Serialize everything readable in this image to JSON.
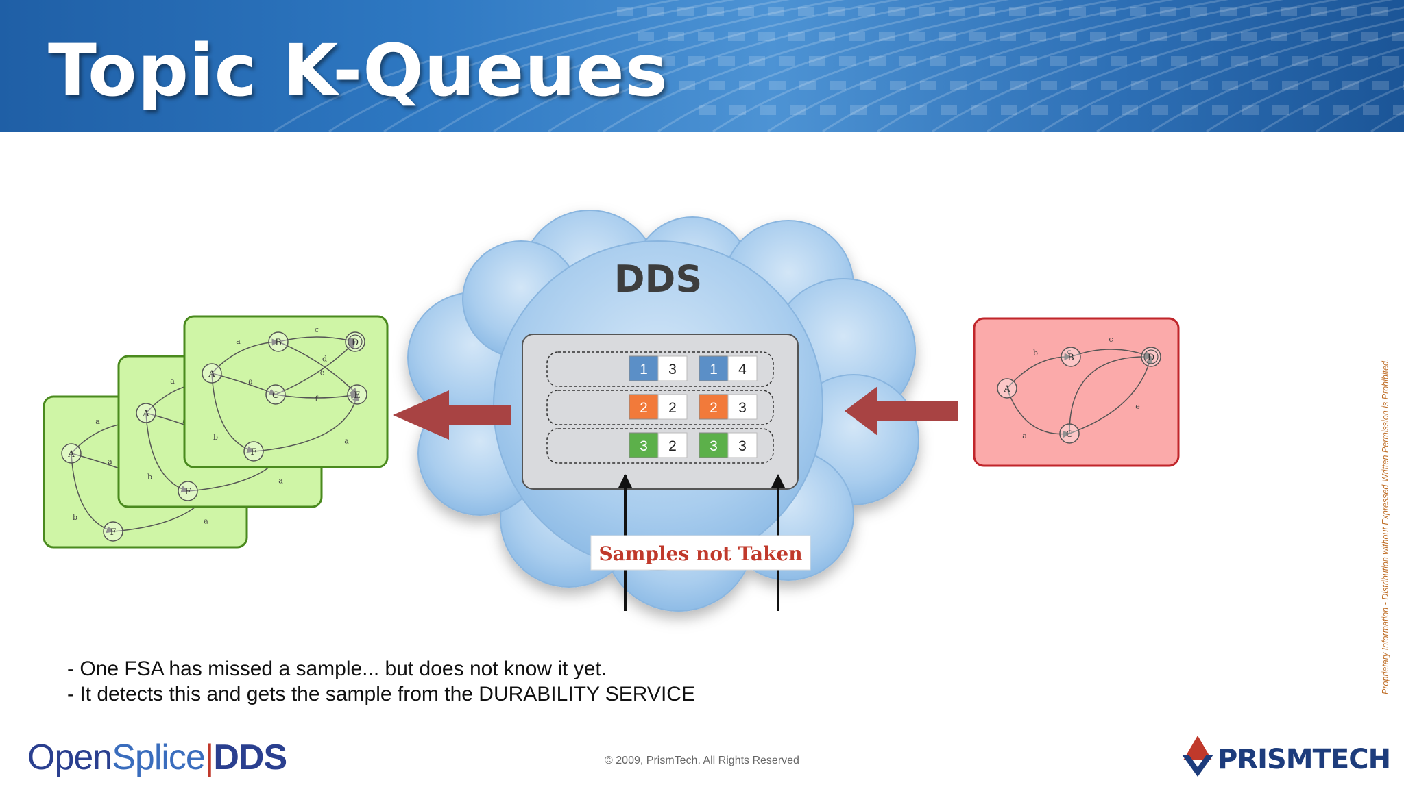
{
  "slide": {
    "title": "Topic K-Queues",
    "bullets": [
      "- One FSA has missed a sample... but does not know it yet.",
      "- It detects this and gets the sample from the DURABILITY SERVICE"
    ],
    "copyright": "© 2009, PrismTech. All Rights Reserved",
    "side_note": "Proprietary Information - Distribution without Expressed Written Permission is Prohibited."
  },
  "logos": {
    "opensplice": {
      "part1": "Open",
      "part2": "Splice",
      "separator": "|",
      "part3": "DDS"
    },
    "prismtech": {
      "name": "PRISMTECH"
    }
  },
  "diagram": {
    "cloud_label": "DDS",
    "samples_label": "Samples not Taken",
    "queue_rows": [
      {
        "color": "#5b8fc7",
        "samples": [
          {
            "key": "1",
            "value": "3"
          },
          {
            "key": "1",
            "value": "4"
          }
        ]
      },
      {
        "color": "#f27a3a",
        "samples": [
          {
            "key": "2",
            "value": "2"
          },
          {
            "key": "2",
            "value": "3"
          }
        ]
      },
      {
        "color": "#5cb04a",
        "samples": [
          {
            "key": "3",
            "value": "2"
          },
          {
            "key": "3",
            "value": "3"
          }
        ]
      }
    ],
    "reader_fsa": {
      "states": [
        "A",
        "B",
        "C",
        "D",
        "E",
        "F"
      ],
      "edge_labels": [
        "a",
        "b",
        "c",
        "d",
        "e",
        "f",
        "a",
        "a"
      ]
    },
    "writer_fsa": {
      "states": [
        "A",
        "B",
        "C",
        "D"
      ],
      "edge_labels": [
        "b",
        "a",
        "c",
        "c",
        "e"
      ]
    },
    "colors": {
      "reader_fill": "#cff5a6",
      "reader_border": "#4a8a1e",
      "writer_fill": "#fbaaaa",
      "writer_border": "#c0262b",
      "arrow": "#a84343",
      "samples_text": "#c0392b"
    }
  }
}
